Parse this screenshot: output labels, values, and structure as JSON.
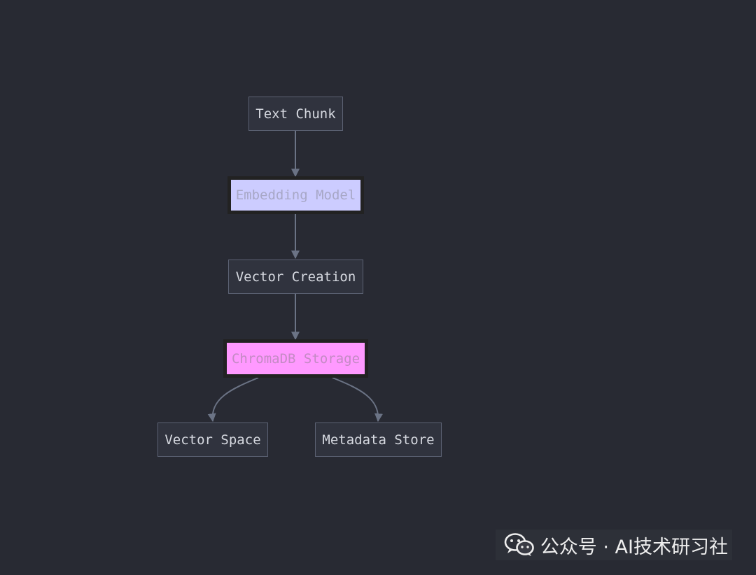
{
  "diagram": {
    "nodes": {
      "text_chunk": "Text Chunk",
      "embedding_model": "Embedding Model",
      "vector_creation": "Vector Creation",
      "chromadb_storage": "ChromaDB Storage",
      "vector_space": "Vector Space",
      "metadata_store": "Metadata Store"
    },
    "colors": {
      "background": "#282a33",
      "node_fill": "#30333e",
      "node_stroke": "#5c6274",
      "edge": "#6b7385",
      "embedding_fill": "#ccccff",
      "chroma_fill": "#ff99ff"
    }
  },
  "watermark": {
    "icon": "wechat-icon",
    "text": "公众号 · AI技术研习社"
  }
}
